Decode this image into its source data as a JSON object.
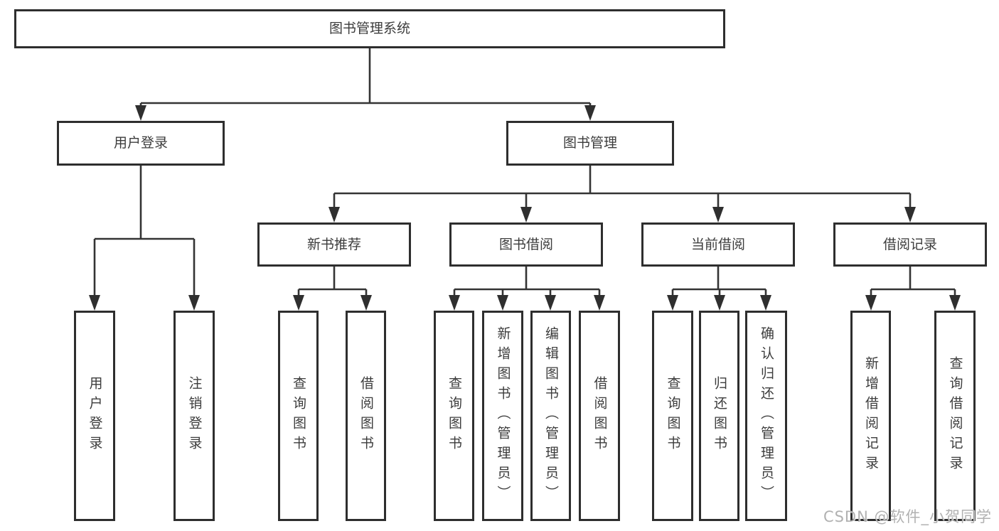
{
  "colors": {
    "line": "#343434",
    "box_border": "#2e2e2e",
    "text": "#3c3c3c",
    "watermark": "#a8a8a8",
    "background": "#ffffff"
  },
  "watermark": {
    "text": "CSDN @软件_小贺同学"
  },
  "tree": {
    "root": {
      "label": "图书管理系统"
    },
    "branches": [
      {
        "label": "用户登录",
        "children": [
          {
            "label": "用户登录"
          },
          {
            "label": "注销登录"
          }
        ]
      },
      {
        "label": "图书管理",
        "children": [
          {
            "label": "新书推荐",
            "children": [
              {
                "label": "查询图书"
              },
              {
                "label": "借阅图书"
              }
            ]
          },
          {
            "label": "图书借阅",
            "children": [
              {
                "label": "查询图书"
              },
              {
                "label": "新增图书（管理员）"
              },
              {
                "label": "编辑图书（管理员）"
              },
              {
                "label": "借阅图书"
              }
            ]
          },
          {
            "label": "当前借阅",
            "children": [
              {
                "label": "查询图书"
              },
              {
                "label": "归还图书"
              },
              {
                "label": "确认归还（管理员）"
              }
            ]
          },
          {
            "label": "借阅记录",
            "children": [
              {
                "label": "新增借阅记录"
              },
              {
                "label": "查询借阅记录"
              }
            ]
          }
        ]
      }
    ]
  }
}
